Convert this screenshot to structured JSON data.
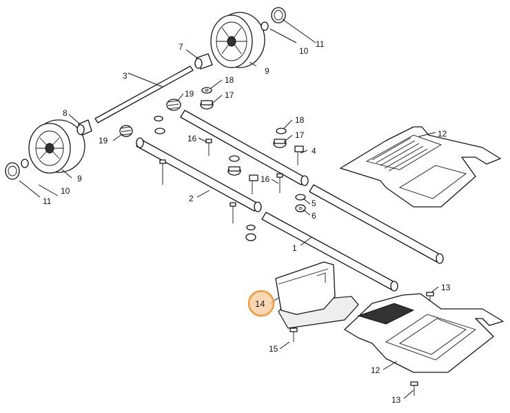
{
  "diagram": {
    "highlight_color": "#F39A3F",
    "highlighted_part": "14",
    "callouts": {
      "c1": "1",
      "c2": "2",
      "c3": "3",
      "c4": "4",
      "c5": "5",
      "c6": "6",
      "c7": "7",
      "c8": "8",
      "c9a": "9",
      "c9b": "9",
      "c10a": "10",
      "c10b": "10",
      "c11a": "11",
      "c11b": "11",
      "c12a": "12",
      "c12b": "12",
      "c13a": "13",
      "c13b": "13",
      "c14": "14",
      "c15": "15",
      "c16a": "16",
      "c16b": "16",
      "c17a": "17",
      "c17b": "17",
      "c18a": "18",
      "c18b": "18",
      "c19a": "19",
      "c19b": "19"
    }
  }
}
